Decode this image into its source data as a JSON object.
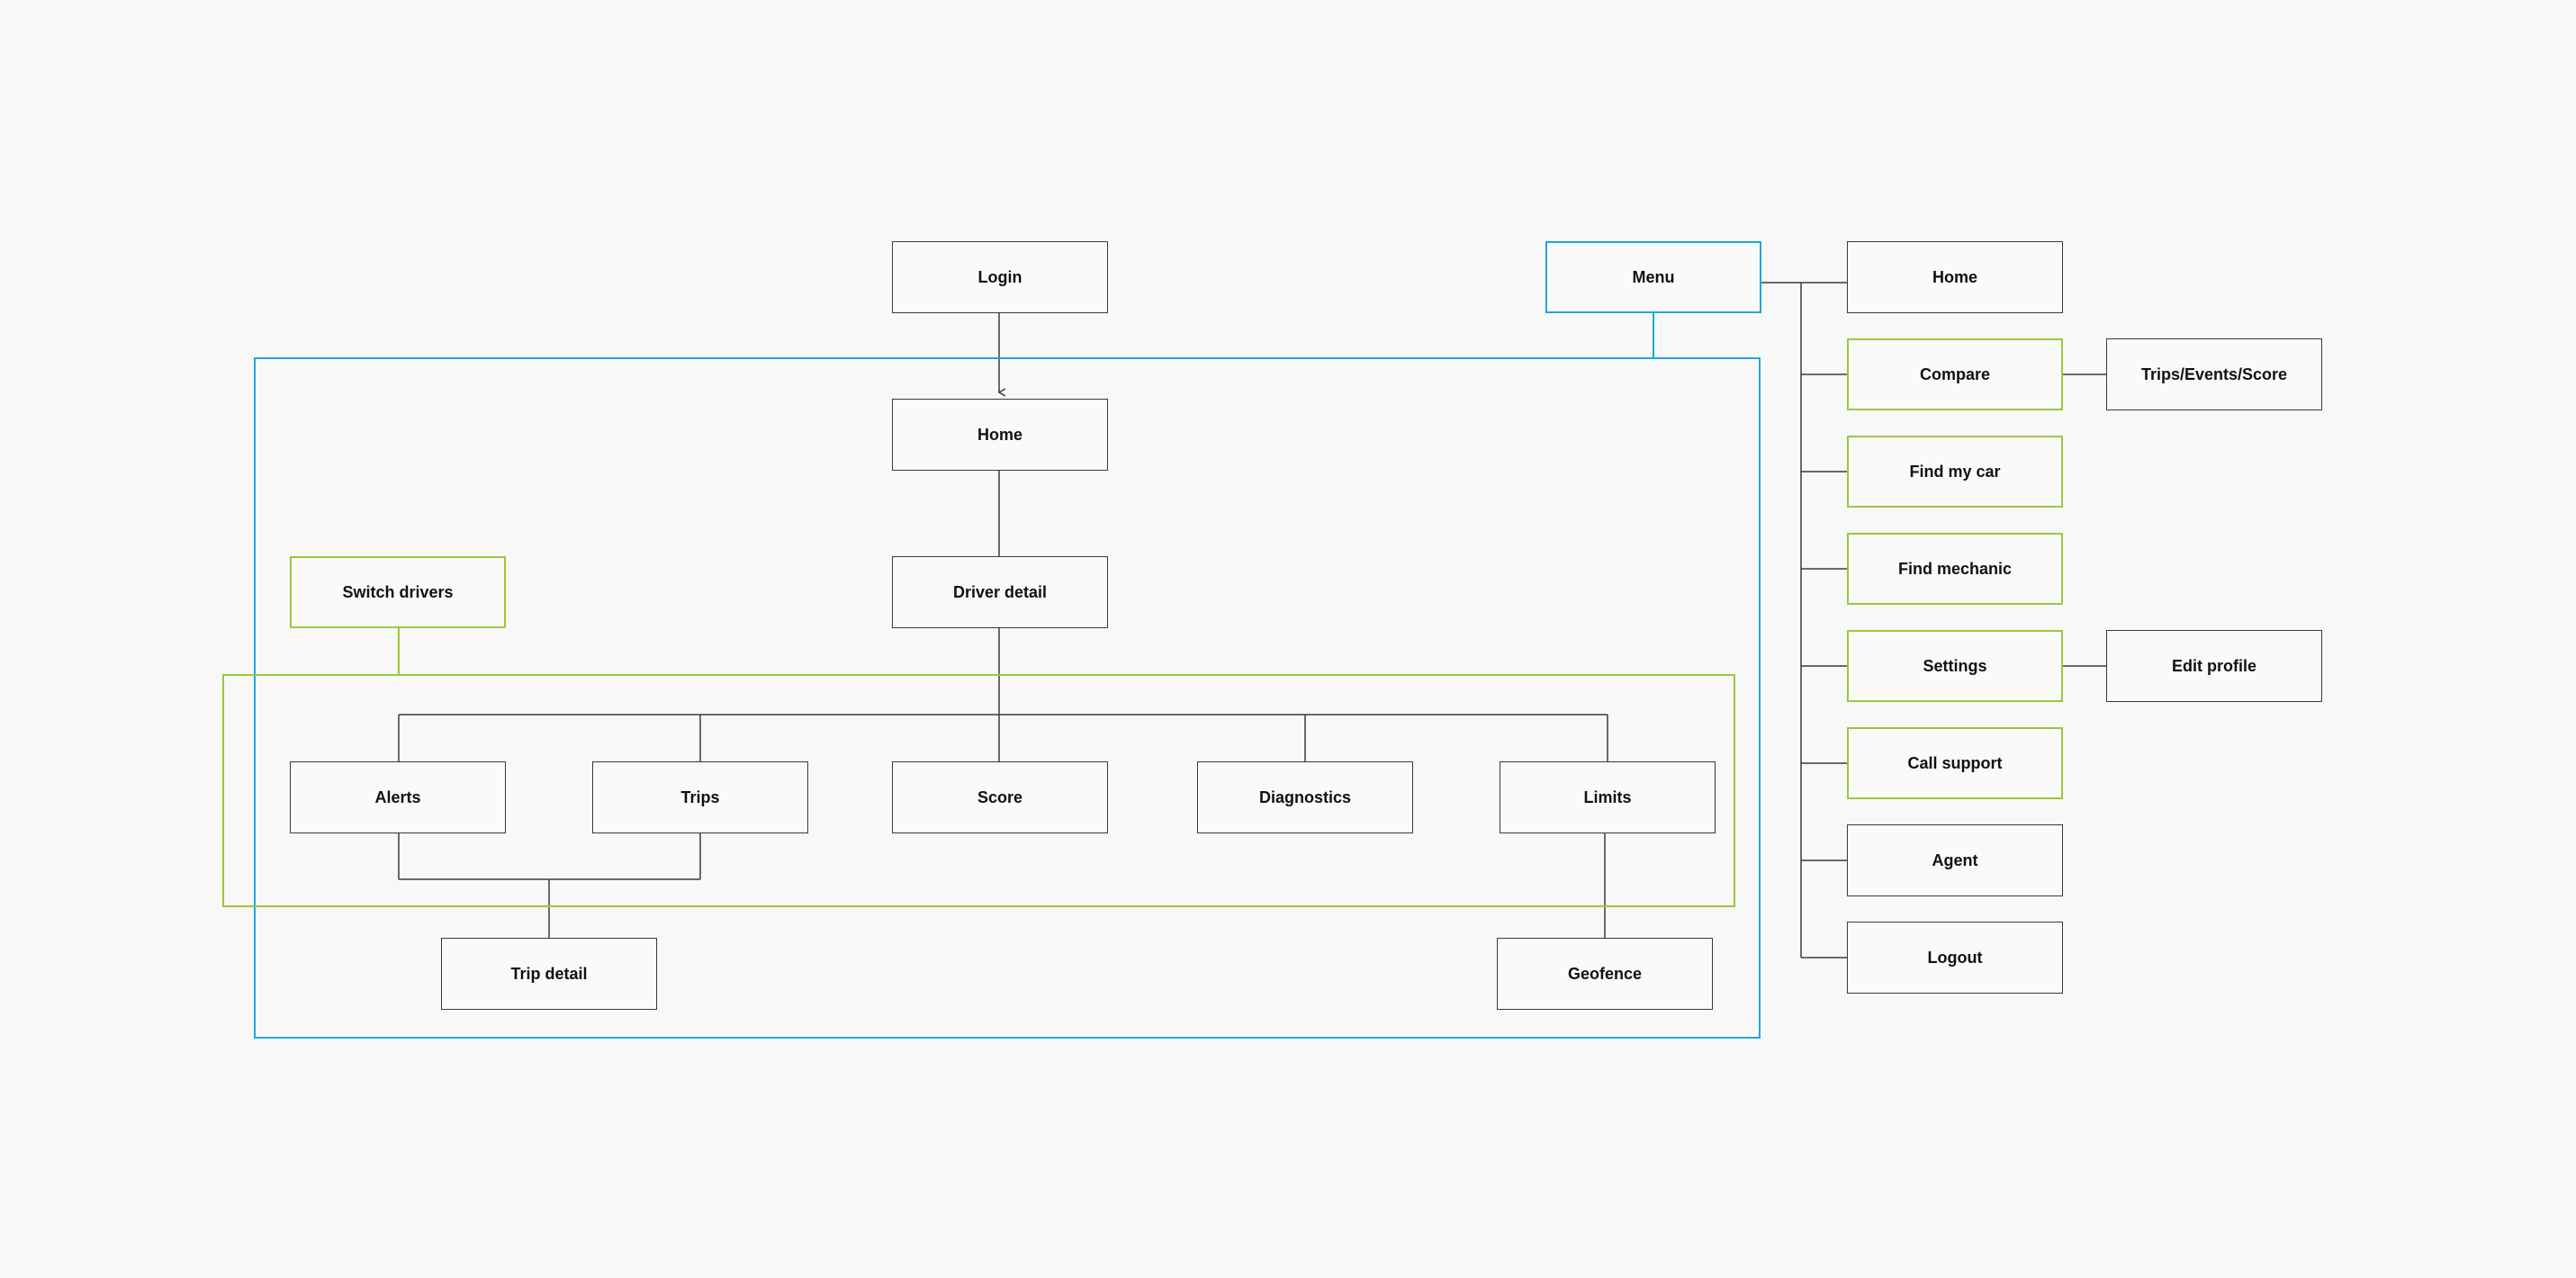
{
  "colors": {
    "background": "#f8f8f8",
    "line": "#3a3a3a",
    "blue_accent": "#1fa8dc",
    "green_accent": "#9bc83a"
  },
  "nodes": {
    "login": "Login",
    "home": "Home",
    "driver_detail": "Driver detail",
    "switch_drivers": "Switch drivers",
    "alerts": "Alerts",
    "trips": "Trips",
    "score": "Score",
    "diagnostics": "Diagnostics",
    "limits": "Limits",
    "trip_detail": "Trip detail",
    "geofence": "Geofence",
    "menu": "Menu",
    "menu_home": "Home",
    "compare": "Compare",
    "trips_events_score": "Trips/Events/Score",
    "find_my_car": "Find my car",
    "find_mechanic": "Find mechanic",
    "settings": "Settings",
    "edit_profile": "Edit profile",
    "call_support": "Call support",
    "agent": "Agent",
    "logout": "Logout"
  }
}
